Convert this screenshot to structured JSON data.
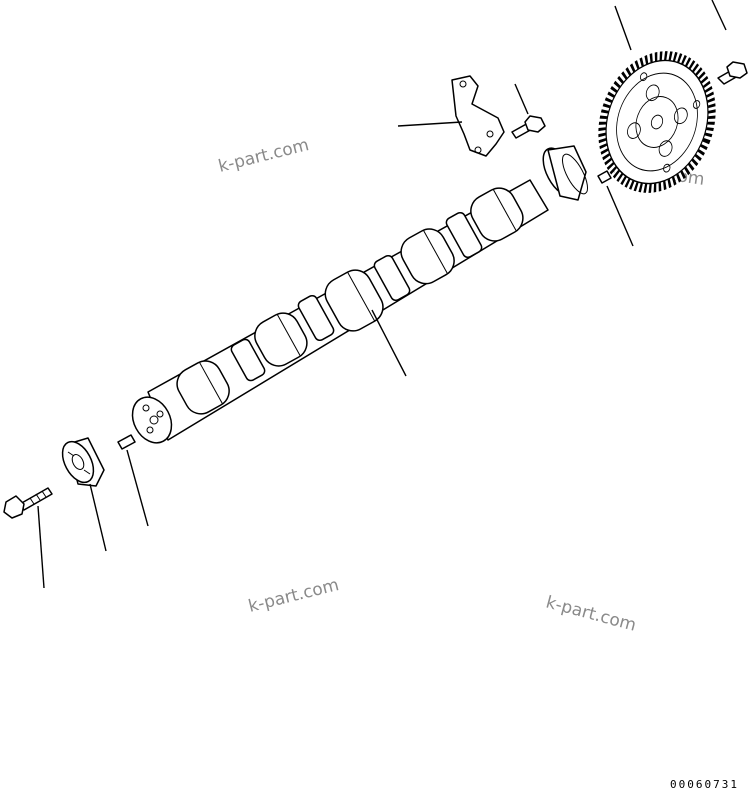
{
  "watermarks": [
    "k-part.com",
    "k-part.com",
    "k-part.com",
    "k-part.com"
  ],
  "drawing_id": "00060731"
}
